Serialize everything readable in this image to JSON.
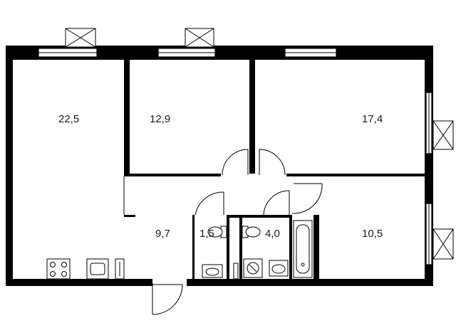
{
  "floor_plan": {
    "rooms": [
      {
        "id": "living-room",
        "area": "22,5"
      },
      {
        "id": "bedroom-1",
        "area": "12,9"
      },
      {
        "id": "bedroom-2",
        "area": "17,4"
      },
      {
        "id": "hallway",
        "area": "9,7"
      },
      {
        "id": "toilet",
        "area": "1,5"
      },
      {
        "id": "bathroom",
        "area": "4,0"
      },
      {
        "id": "bedroom-3",
        "area": "10,5"
      }
    ]
  }
}
